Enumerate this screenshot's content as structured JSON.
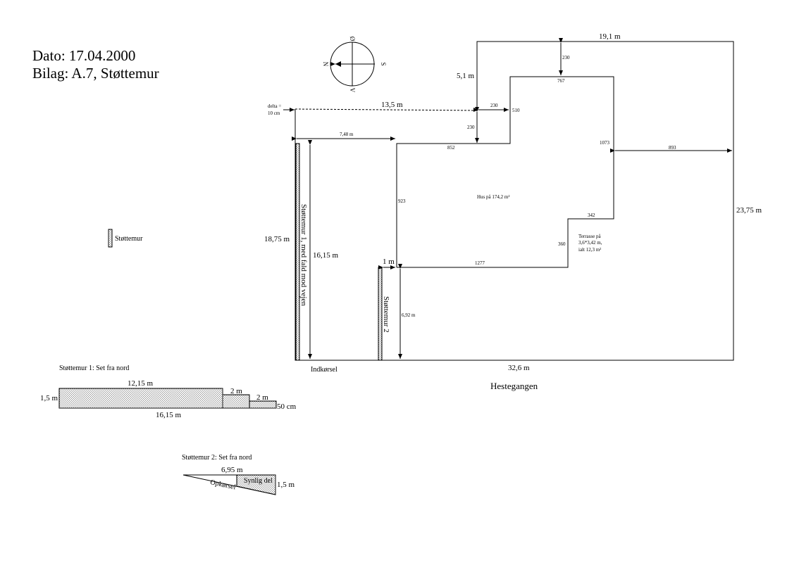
{
  "header": {
    "date_line": "Dato: 17.04.2000",
    "appendix_line": "Bilag: A.7, Støttemur"
  },
  "compass": {
    "north": "N",
    "south": "S",
    "east": "Ø",
    "west": "V"
  },
  "legend": {
    "label": "Støttemur"
  },
  "plan": {
    "delta_line1": "delta =",
    "delta_line2": "10 cm",
    "dim_top_19_1": "19,1 m",
    "dim_5_1": "5,1 m",
    "dim_230_top": "230",
    "dim_767": "767",
    "dim_13_5": "13,5 m",
    "dim_230_mid": "230",
    "dim_510": "510",
    "dim_230_left": "230",
    "dim_7_48": "7,48 m",
    "dim_852": "852",
    "dim_1073": "1073",
    "dim_893": "893",
    "dim_23_75": "23,75 m",
    "dim_923": "923",
    "house_label": "Hus på 174,2 m²",
    "dim_342": "342",
    "terrace_line1": "Terrasse på",
    "terrace_line2": "3,6*3,42 m,",
    "terrace_line3": "ialt 12,3 m²",
    "dim_360": "360",
    "dim_18_75": "18,75 m",
    "wall1_label": "Støttemur 1, med fald mod vejen",
    "dim_16_15": "16,15 m",
    "dim_1m": "1 m",
    "dim_1277": "1277",
    "wall2_label": "Støttemur 2",
    "dim_6_92": "6,92 m",
    "entrance_label": "Indkørsel",
    "dim_32_6": "32,6 m",
    "road_label": "Hestegangen"
  },
  "elevation1": {
    "title": "Støttemur 1: Set fra nord",
    "dim_12_15": "12,15 m",
    "dim_2m_a": "2 m",
    "dim_2m_b": "2 m",
    "dim_1_5": "1,5 m",
    "dim_50cm": "50 cm",
    "dim_16_15": "16,15 m"
  },
  "elevation2": {
    "title": "Støttemur 2: Set fra nord",
    "dim_6_95": "6,95 m",
    "visible_label": "Synlig del",
    "dim_1_5": "1,5 m",
    "ramp_label": "Opkørsel"
  },
  "colors": {
    "line": "#000000",
    "stipple": "#000000",
    "background": "#ffffff"
  }
}
